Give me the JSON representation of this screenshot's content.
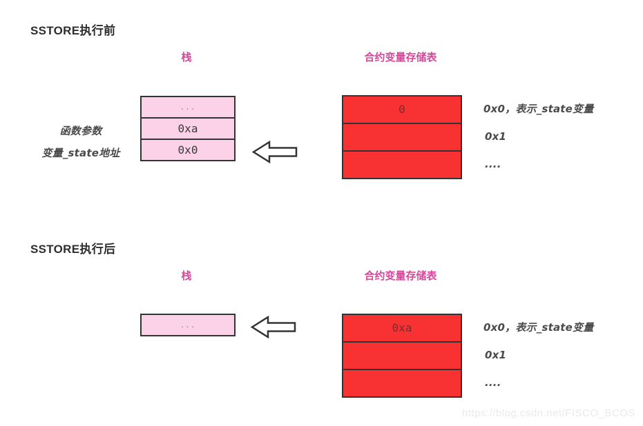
{
  "diagram": {
    "watermark": "https://blog.csdn.net/FISCO_BCOS",
    "colors": {
      "label_pink": "#d6489b",
      "stack_fill": "#fcd2e8",
      "storage_fill": "#f83232",
      "outline": "#333333"
    },
    "icons": {
      "arrow": "left-block-arrow-icon"
    },
    "sections": [
      {
        "title": "SSTORE执行前",
        "stack_label": "栈",
        "storage_label": "合约变量存储表",
        "left_labels": {
          "line1": "函数参数",
          "line2": "变量_state地址"
        },
        "stack_cells": [
          "...",
          "0xa",
          "0x0"
        ],
        "storage_cells": [
          "0",
          "",
          ""
        ],
        "right_labels": [
          "0x0，表示_state变量",
          "0x1",
          "...."
        ]
      },
      {
        "title": "SSTORE执行后",
        "stack_label": "栈",
        "storage_label": "合约变量存储表",
        "stack_cells": [
          "..."
        ],
        "storage_cells": [
          "0xa",
          "",
          ""
        ],
        "right_labels": [
          "0x0，表示_state变量",
          "0x1",
          "...."
        ]
      }
    ]
  }
}
